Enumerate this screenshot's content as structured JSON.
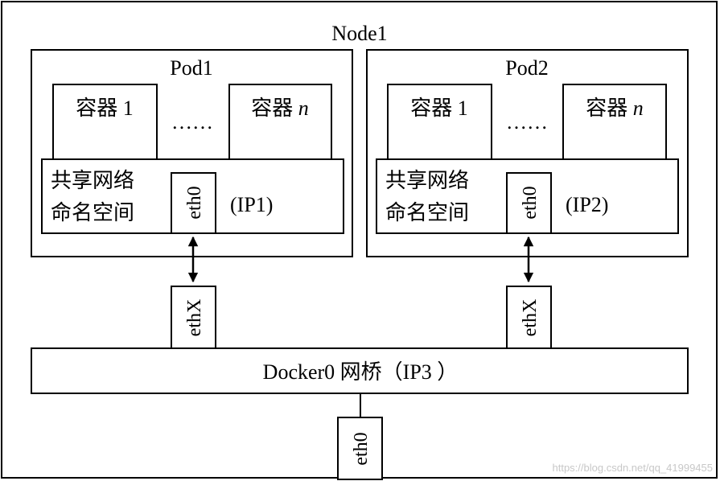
{
  "node": {
    "label": "Node1"
  },
  "pods": [
    {
      "label": "Pod1",
      "container_1": "容器 1",
      "container_n_prefix": "容器 ",
      "container_n_var": "n",
      "dots": "……",
      "netns_line1": "共享网络",
      "netns_line2": "命名空间",
      "eth": "eth0",
      "ip": "(IP1)",
      "veth": "ethX"
    },
    {
      "label": "Pod2",
      "container_1": "容器 1",
      "container_n_prefix": "容器 ",
      "container_n_var": "n",
      "dots": "……",
      "netns_line1": "共享网络",
      "netns_line2": "命名空间",
      "eth": "eth0",
      "ip": "(IP2)",
      "veth": "ethX"
    }
  ],
  "bridge": {
    "label": "Docker0 网桥（IP3 ）"
  },
  "host_eth": "eth0",
  "watermark": "https://blog.csdn.net/qq_41999455"
}
